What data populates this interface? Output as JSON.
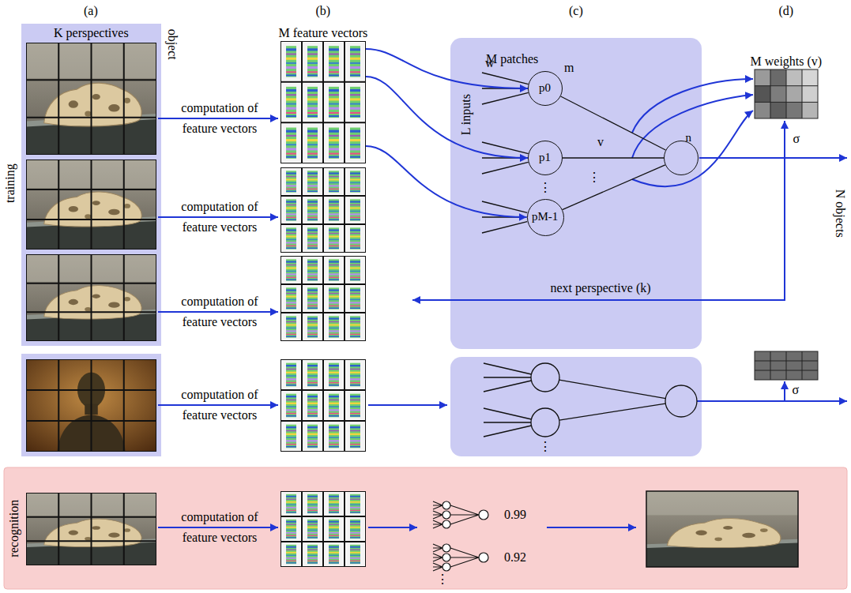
{
  "diagram": {
    "nodes": [
      {
        "text": [
          "K perspectives"
        ]
      },
      {
        "text": [
          "M feature vectors"
        ]
      },
      {
        "text": [
          "M patches"
        ]
      },
      {
        "text": [
          "p0"
        ],
        "in": 2
      },
      {
        "text": [
          "p1"
        ],
        "in": 2
      },
      {
        "text": [
          "pM-1"
        ],
        "in": 2
      },
      {
        "text": [
          "n"
        ],
        "in": 2
      },
      {
        "text": [
          "M weights (v)"
        ]
      },
      {
        "text": [
          "recognition"
        ]
      }
    ],
    "edges": [
      {
        "from": 1,
        "to": 3,
        "arrow": "to"
      },
      {
        "from": 1,
        "to": 4,
        "arrow": "to"
      },
      {
        "from": 1,
        "to": 5,
        "arrow": "to"
      },
      {
        "from": 3,
        "to": 6,
        "arrow": "none"
      },
      {
        "from": 4,
        "to": 6,
        "arrow": "none"
      },
      {
        "from": 5,
        "to": 6,
        "arrow": "none"
      }
    ],
    "labels": [
      "(a)",
      "(b)",
      "(c)",
      "(d)",
      "object",
      "training",
      "computation of feature vectors",
      "computation of feature vectors",
      "computation of feature vectors",
      "L inputs",
      "w",
      "m",
      "⋮",
      "v",
      "⋮",
      "σ",
      "N objects",
      "next perspective (k)",
      "computation of feature vectors",
      "⋮",
      "σ",
      "computation of feature vectors",
      "0.99",
      "0.92",
      "⋮"
    ]
  }
}
